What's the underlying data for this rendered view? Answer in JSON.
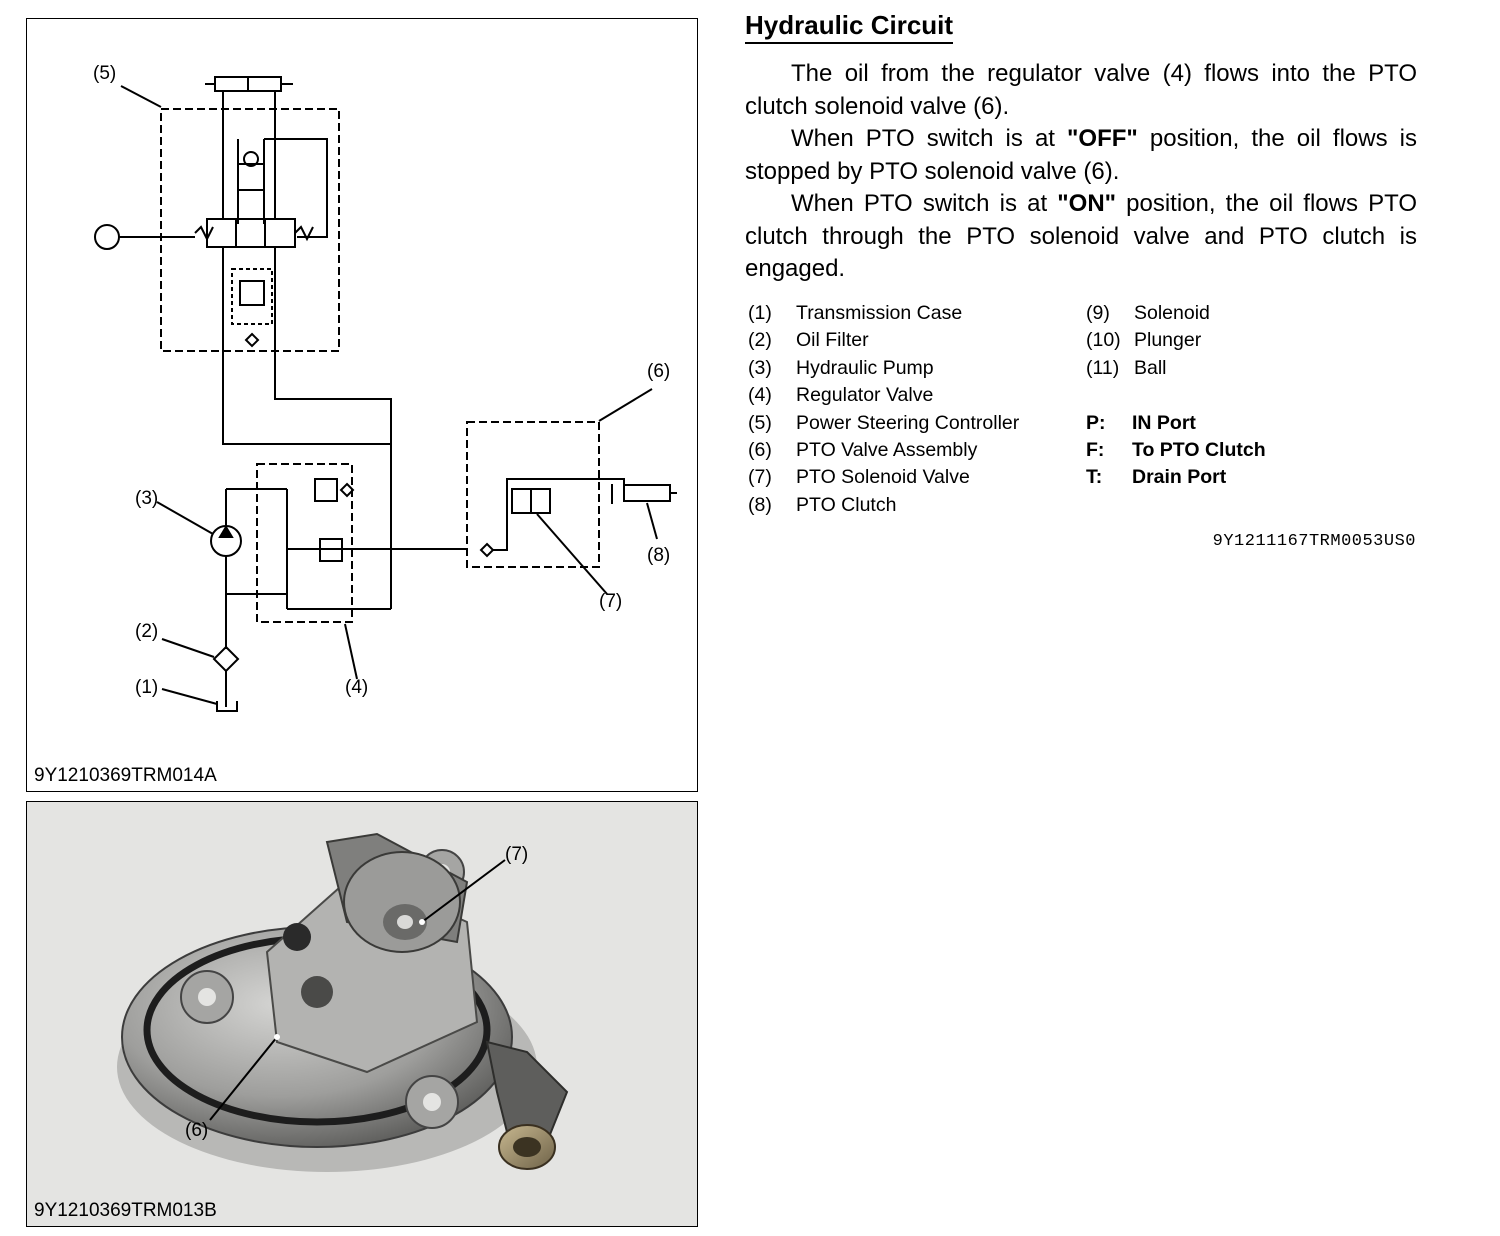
{
  "heading": "Hydraulic Circuit",
  "paragraphs": [
    {
      "pre": "The oil from the regulator valve (4) flows into the PTO clutch solenoid valve (6).",
      "bold": "",
      "post": ""
    },
    {
      "pre": "When PTO switch is at ",
      "bold": "\"OFF\"",
      "post": " position, the oil flows is stopped by PTO solenoid valve (6)."
    },
    {
      "pre": "When PTO switch is at ",
      "bold": "\"ON\"",
      "post": " position, the oil flows PTO clutch through the PTO solenoid valve and PTO clutch is engaged."
    }
  ],
  "legend_left": [
    {
      "num": "(1)",
      "label": "Transmission Case"
    },
    {
      "num": "(2)",
      "label": "Oil Filter"
    },
    {
      "num": "(3)",
      "label": "Hydraulic Pump"
    },
    {
      "num": "(4)",
      "label": "Regulator Valve"
    },
    {
      "num": "(5)",
      "label": "Power Steering Controller"
    },
    {
      "num": "(6)",
      "label": "PTO Valve Assembly"
    },
    {
      "num": "(7)",
      "label": "PTO Solenoid Valve"
    },
    {
      "num": "(8)",
      "label": "PTO Clutch"
    }
  ],
  "legend_right": [
    {
      "num": "(9)",
      "label": "Solenoid"
    },
    {
      "num": "(10)",
      "label": "Plunger"
    },
    {
      "num": "(11)",
      "label": "Ball"
    }
  ],
  "ports": [
    {
      "key": "P:",
      "label": "IN Port"
    },
    {
      "key": "F:",
      "label": "To PTO Clutch"
    },
    {
      "key": "T:",
      "label": "Drain Port"
    }
  ],
  "doc_code": "9Y1211167TRM0053US0",
  "diagram": {
    "code": "9Y1210369TRM014A",
    "callouts": {
      "c1": "(1)",
      "c2": "(2)",
      "c3": "(3)",
      "c4": "(4)",
      "c5": "(5)",
      "c6": "(6)",
      "c7": "(7)",
      "c8": "(8)"
    }
  },
  "photo": {
    "code": "9Y1210369TRM013B",
    "callouts": {
      "c6": "(6)",
      "c7": "(7)"
    }
  }
}
